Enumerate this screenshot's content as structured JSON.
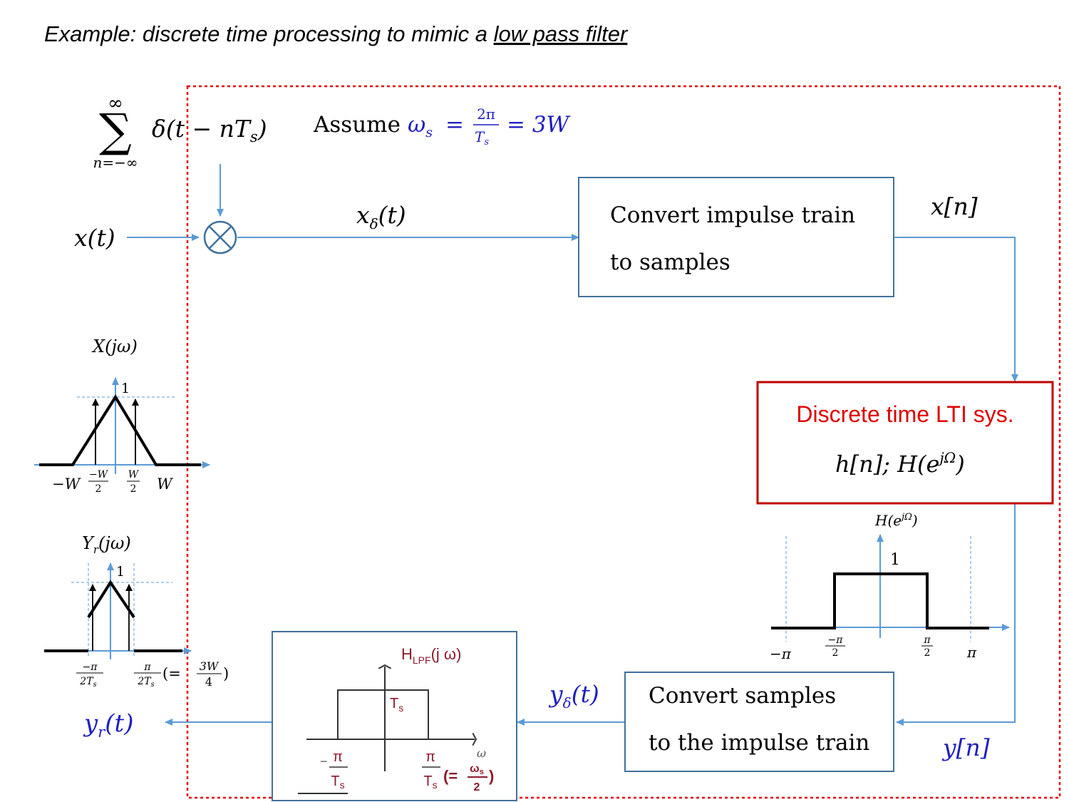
{
  "title": {
    "prefix": "Example: discrete time processing to mimic a ",
    "underlined": "low pass filter"
  },
  "impulse_train": {
    "sum_top": "∞",
    "sum_sign": "∑",
    "sum_bottom": "n=−∞",
    "expr": "δ(t − nT",
    "expr_sub": "s",
    "expr_close": ")"
  },
  "assumption": {
    "word": "Assume",
    "omega": "ω",
    "omega_sub": "s",
    "eq1": "=",
    "frac_num": "2π",
    "frac_den": "T",
    "frac_den_sub": "s",
    "eq2": "= 3W"
  },
  "signals": {
    "x_t": "x(t)",
    "x_delta": "x",
    "x_delta_sub": "δ",
    "x_delta_arg": "(t)",
    "x_n": "x[n]",
    "y_n": "y[n]",
    "y_delta": "y",
    "y_delta_sub": "δ",
    "y_delta_arg": "(t)",
    "y_r": "y",
    "y_r_sub": "r",
    "y_r_arg": "(t)"
  },
  "blocks": {
    "convert_to_samples": [
      "Convert impulse train",
      "to samples"
    ],
    "lti": {
      "title": "Discrete time LTI  sys.",
      "sub": "h[n];   H(e",
      "sub_sup": "jΩ",
      "sub_close": ")"
    },
    "convert_to_impulse": [
      "Convert samples",
      "to the impulse train"
    ]
  },
  "spectrum_X": {
    "label": "X(jω)",
    "peak": "1",
    "ticks": {
      "neg_w": "−W",
      "neg_half_num": "−W",
      "neg_half_den": "2",
      "pos_half_num": "W",
      "pos_half_den": "2",
      "pos_w": "W"
    }
  },
  "spectrum_Yr": {
    "label": "Y",
    "label_sub": "r",
    "label_arg": "(jω)",
    "peak": "1",
    "ticks": {
      "neg_num": "−π",
      "neg_den": "2T",
      "neg_den_sub": "s",
      "pos_num": "π",
      "pos_den": "2T",
      "pos_den_sub": "s",
      "eq_open": "(=",
      "eq_num": "3W",
      "eq_den": "4",
      "eq_close": ")"
    }
  },
  "spectrum_H": {
    "label": "H(e",
    "label_sup": "jΩ",
    "label_close": ")",
    "level": "1",
    "ticks": {
      "neg_pi": "−π",
      "neg_half_num": "−π",
      "neg_half_den": "2",
      "pos_half_num": "π",
      "pos_half_den": "2",
      "pos_pi": "π"
    }
  },
  "lpf_sketch": {
    "label": "H",
    "label_sub": "LPF",
    "label_arg": "(j ω)",
    "level": "T",
    "level_sub": "s",
    "omega": "ω",
    "neg_num": "π",
    "neg_den": "T",
    "neg_den_sub": "s",
    "pos_num": "π",
    "pos_den": "T",
    "pos_den_sub": "s",
    "eq": "(=",
    "eq_num": "ω",
    "eq_num_sub": "s",
    "eq_den": "2",
    "eq_close": ")"
  },
  "colors": {
    "arrow": "#5b9bd5",
    "block_border": "#41719c",
    "lti_border": "#c00000",
    "dashed_frame": "#e00000",
    "math_blue": "#1f1fbf",
    "sketch_red": "#8b1a2a"
  }
}
